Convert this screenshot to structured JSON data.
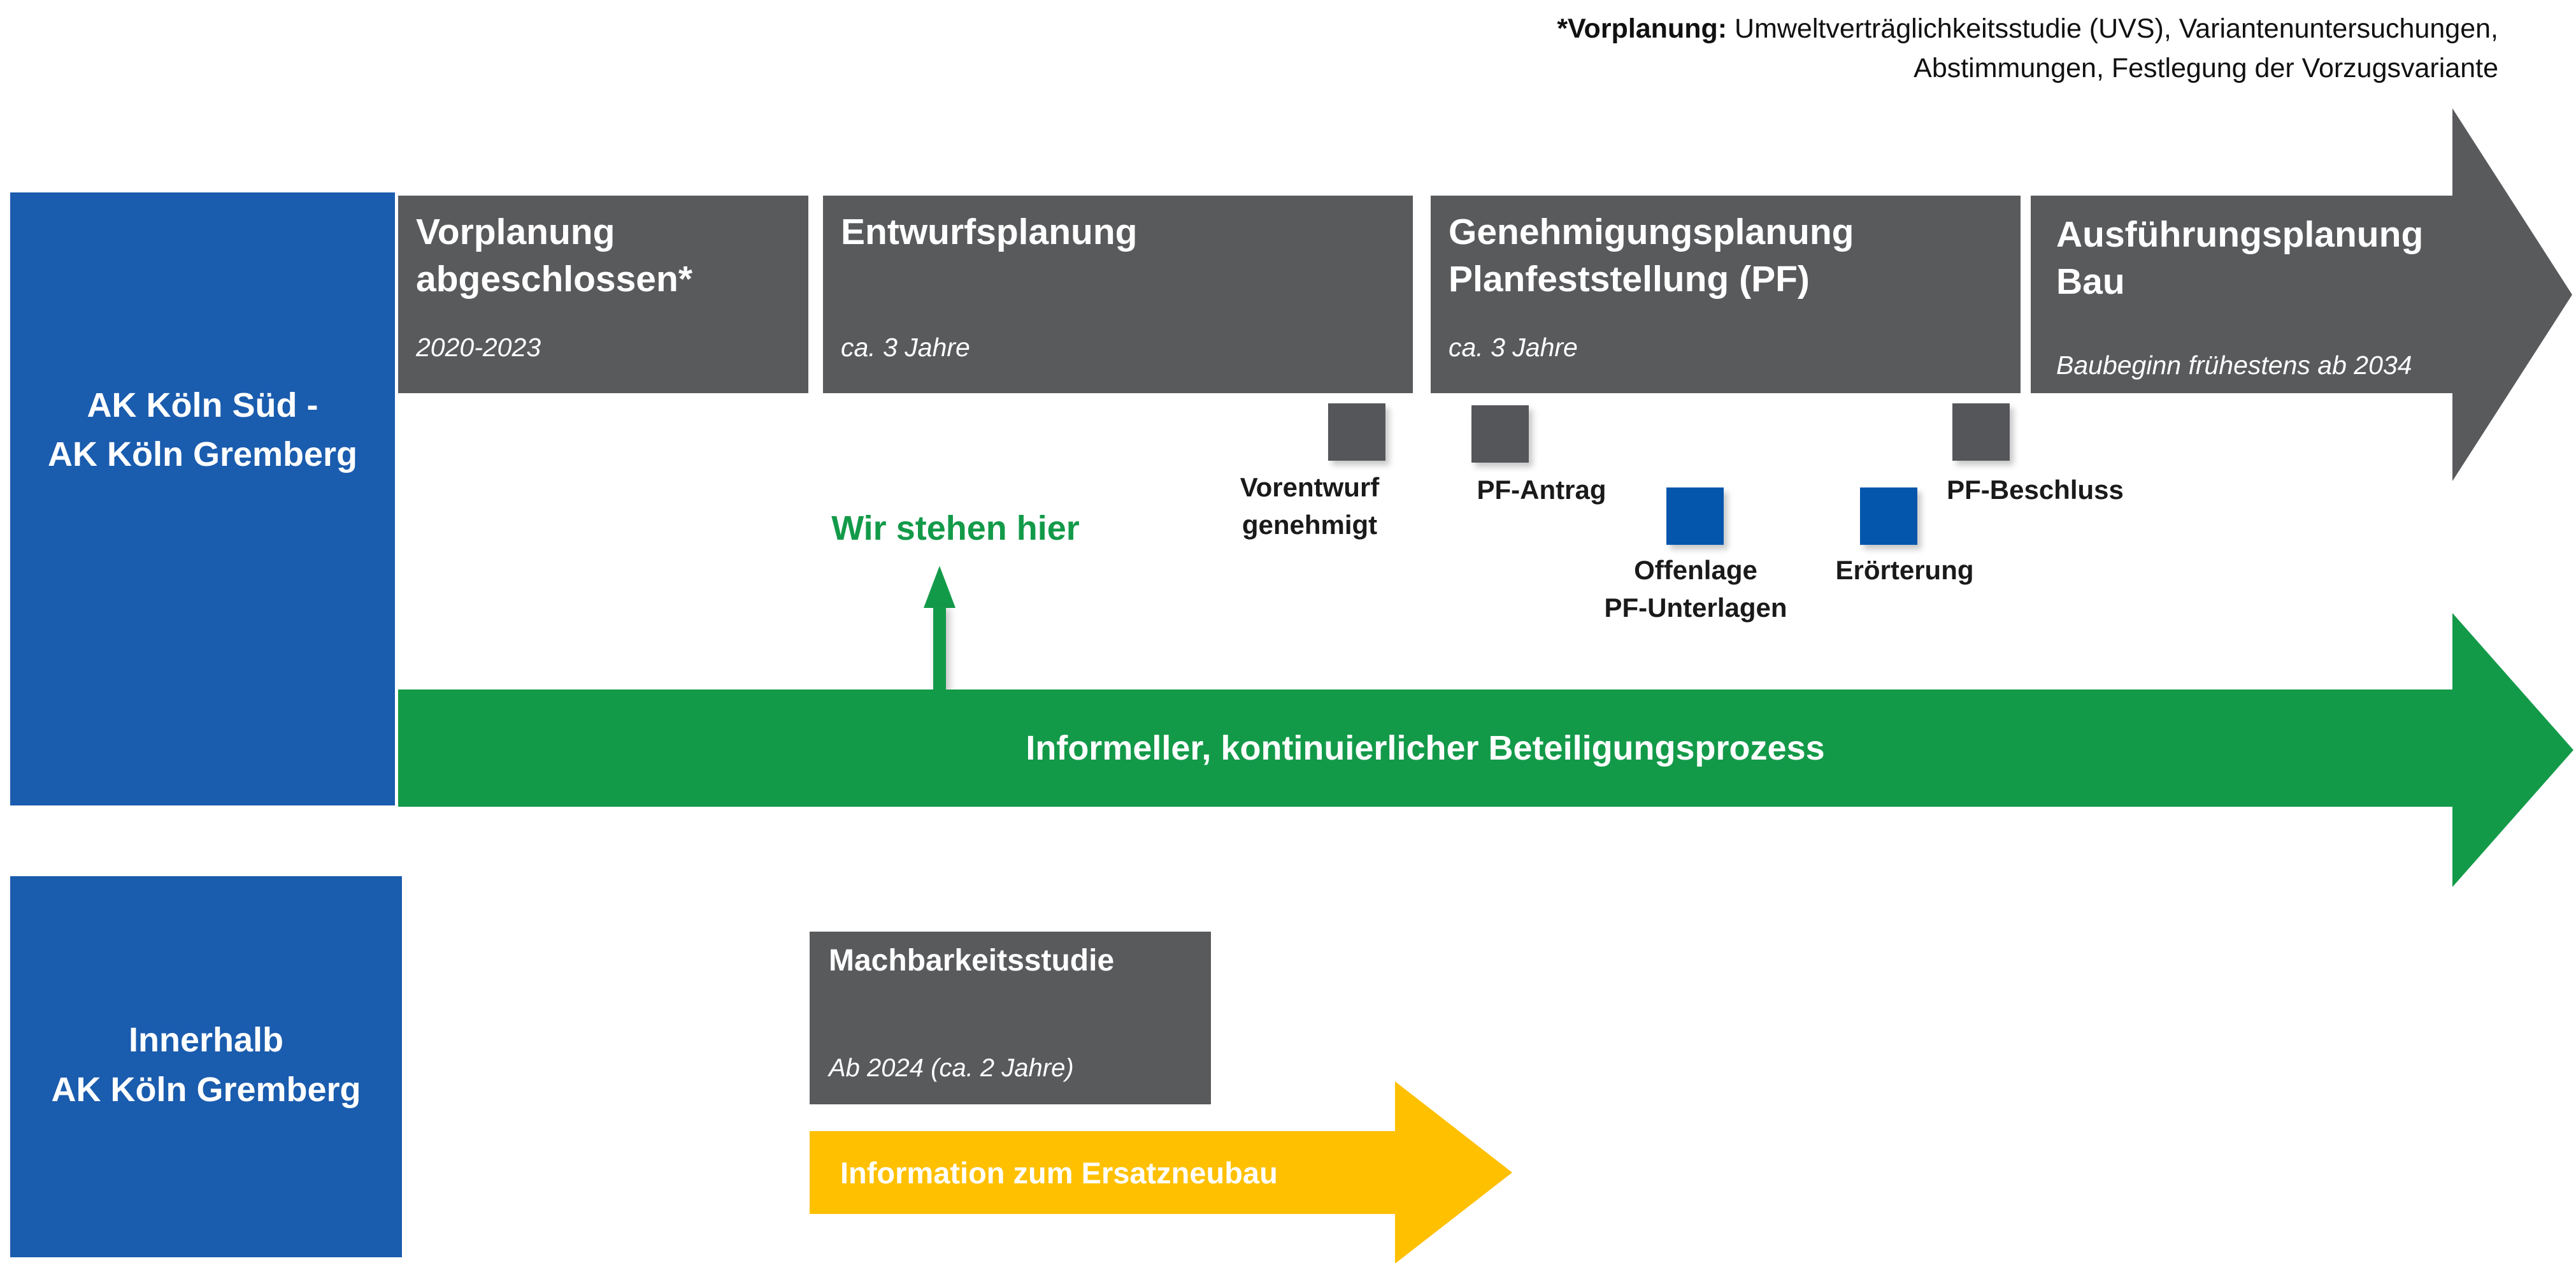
{
  "footnote": {
    "line1_bold": "*Vorplanung:",
    "line1_rest": " Umweltverträglichkeitsstudie (UVS), Variantenuntersuchungen,",
    "line2": "Abstimmungen, Festlegung der Vorzugsvariante"
  },
  "rows": {
    "row1": {
      "line1": "AK Köln Süd -",
      "line2": "AK Köln Gremberg"
    },
    "row2": {
      "line1": "Innerhalb",
      "line2": "AK Köln Gremberg"
    }
  },
  "phases": [
    {
      "title1": "Vorplanung",
      "title2": "abgeschlossen*",
      "subtitle": "2020-2023"
    },
    {
      "title1": "Entwurfsplanung",
      "title2": "",
      "subtitle": "ca. 3 Jahre"
    },
    {
      "title1": "Genehmigungsplanung",
      "title2": "Planfeststellung (PF)",
      "subtitle": "ca. 3 Jahre"
    },
    {
      "title1": "Ausführungsplanung",
      "title2": "Bau",
      "subtitle": "Baubeginn frühestens ab 2034"
    }
  ],
  "milestones": [
    {
      "label1": "Vorentwurf",
      "label2": "genehmigt",
      "color": "gray"
    },
    {
      "label1": "PF-Antrag",
      "label2": "",
      "color": "gray"
    },
    {
      "label1": "Offenlage",
      "label2": "PF-Unterlagen",
      "color": "blue"
    },
    {
      "label1": "Erörterung",
      "label2": "",
      "color": "blue"
    },
    {
      "label1": "PF-Beschluss",
      "label2": "",
      "color": "gray"
    }
  ],
  "status": {
    "label": "Wir stehen hier"
  },
  "banner": {
    "label": "Informeller, kontinuierlicher Beteiligungsprozess"
  },
  "feasibility": {
    "title": "Machbarkeitsstudie",
    "subtitle": "Ab 2024 (ca. 2 Jahre)"
  },
  "info_arrow": {
    "label": "Information zum Ersatzneubau"
  },
  "colors": {
    "blue": "#1A5CAE",
    "blue_accent": "#0456AC",
    "gray": "#595A5C",
    "gray_square": "#54565A",
    "green": "#139A49",
    "yellow": "#FFC000",
    "text_dark": "#1A1A1A"
  }
}
